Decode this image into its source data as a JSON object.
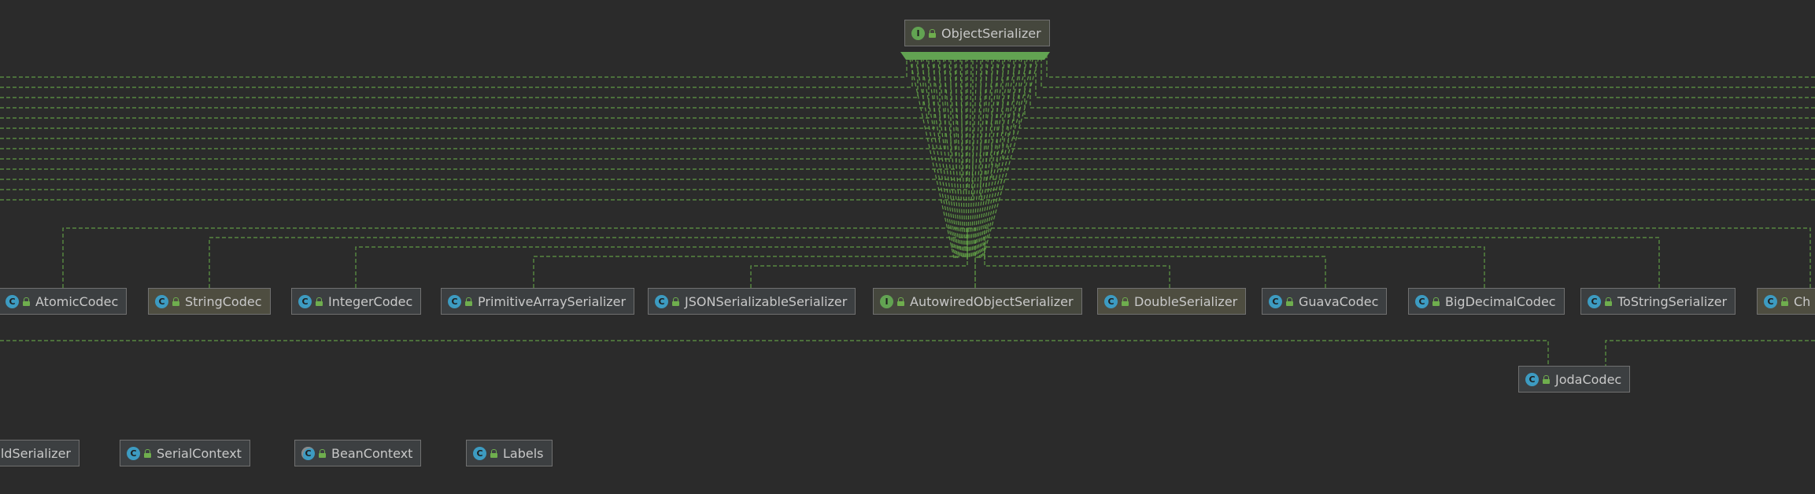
{
  "colors": {
    "background": "#2b2b2b",
    "edge": "#5f9a45",
    "node_border": "#707070",
    "class_icon": "#3d9bc1",
    "interface_icon": "#62a352"
  },
  "diagram": {
    "root": {
      "name": "ObjectSerializer",
      "kind": "interface"
    },
    "row1": [
      {
        "name": "AtomicCodec",
        "kind": "class"
      },
      {
        "name": "StringCodec",
        "kind": "class"
      },
      {
        "name": "IntegerCodec",
        "kind": "class"
      },
      {
        "name": "PrimitiveArraySerializer",
        "kind": "class"
      },
      {
        "name": "JSONSerializableSerializer",
        "kind": "class"
      },
      {
        "name": "AutowiredObjectSerializer",
        "kind": "interface"
      },
      {
        "name": "DoubleSerializer",
        "kind": "class"
      },
      {
        "name": "GuavaCodec",
        "kind": "class"
      },
      {
        "name": "BigDecimalCodec",
        "kind": "class"
      },
      {
        "name": "ToStringSerializer",
        "kind": "class"
      },
      {
        "name": "Ch",
        "kind": "class"
      }
    ],
    "row2": [
      {
        "name": "JodaCodec",
        "kind": "class"
      }
    ],
    "row3": [
      {
        "name": "eldSerializer",
        "kind": "class"
      },
      {
        "name": "SerialContext",
        "kind": "class"
      },
      {
        "name": "BeanContext",
        "kind": "abstract-class"
      },
      {
        "name": "Labels",
        "kind": "class"
      }
    ]
  }
}
